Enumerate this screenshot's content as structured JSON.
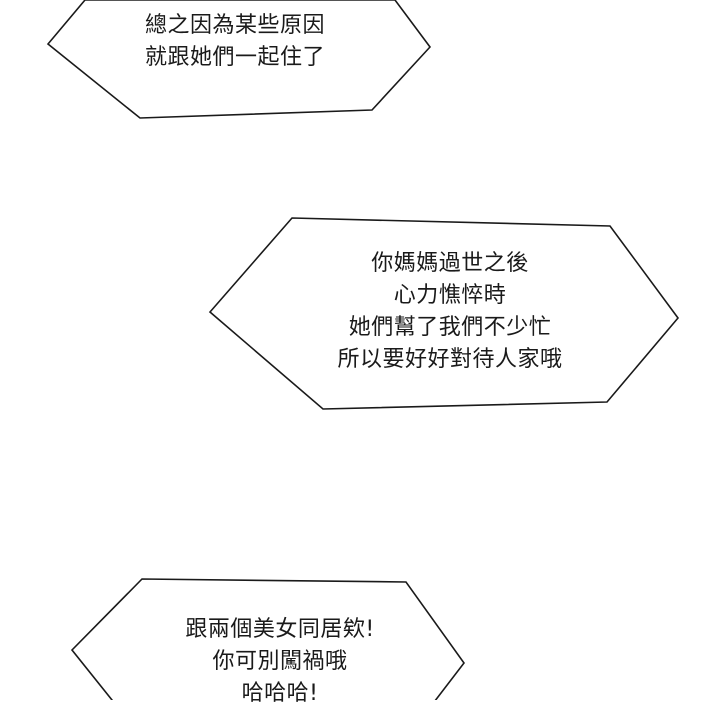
{
  "bubbles": [
    {
      "lines": [
        "總之因為某些原因",
        "就跟她們一起住了"
      ]
    },
    {
      "lines": [
        "你媽媽過世之後",
        "心力憔悴時",
        "她們幫了我們不少忙",
        "所以要好好對待人家哦"
      ]
    },
    {
      "lines": [
        "跟兩個美女同居欸!",
        "你可別闖禍哦",
        "哈哈哈!"
      ]
    }
  ]
}
